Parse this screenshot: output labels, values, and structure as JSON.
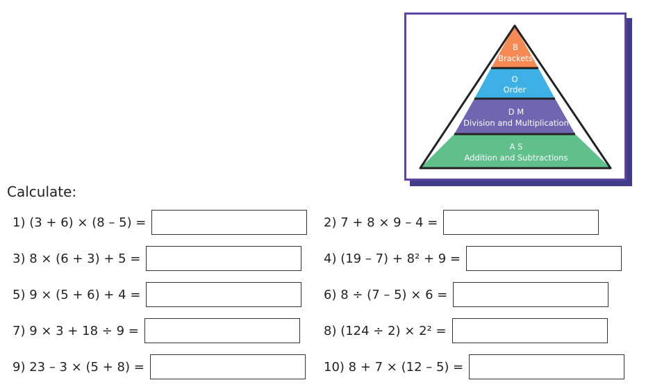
{
  "pyramid": {
    "levels": [
      {
        "letter": "B",
        "name": "Brackets",
        "color": "#f58a55"
      },
      {
        "letter": "O",
        "name": "Order",
        "color": "#3db1e6"
      },
      {
        "letter": "D M",
        "name": "Division and Multiplication",
        "color": "#7065b0"
      },
      {
        "letter": "A S",
        "name": "Addition and Subtractions",
        "color": "#5fc08b"
      }
    ]
  },
  "instruction": "Calculate:",
  "questions": [
    {
      "label": "1) (3 + 6) × (8 – 5) ="
    },
    {
      "label": "2) 7 + 8 × 9 – 4 ="
    },
    {
      "label": "3) 8 × (6 + 3) + 5 ="
    },
    {
      "label": "4) (19 – 7) + 8² + 9 ="
    },
    {
      "label": "5) 9 × (5 + 6) + 4 ="
    },
    {
      "label": "6) 8 ÷ (7 – 5) × 6 ="
    },
    {
      "label": "7) 9 × 3 + 18 ÷ 9 ="
    },
    {
      "label": "8) (124 ÷ 2) × 2² ="
    },
    {
      "label": "9) 23 – 3 × (5 + 8) ="
    },
    {
      "label": "10) 8 + 7 × (12 – 5) ="
    }
  ]
}
